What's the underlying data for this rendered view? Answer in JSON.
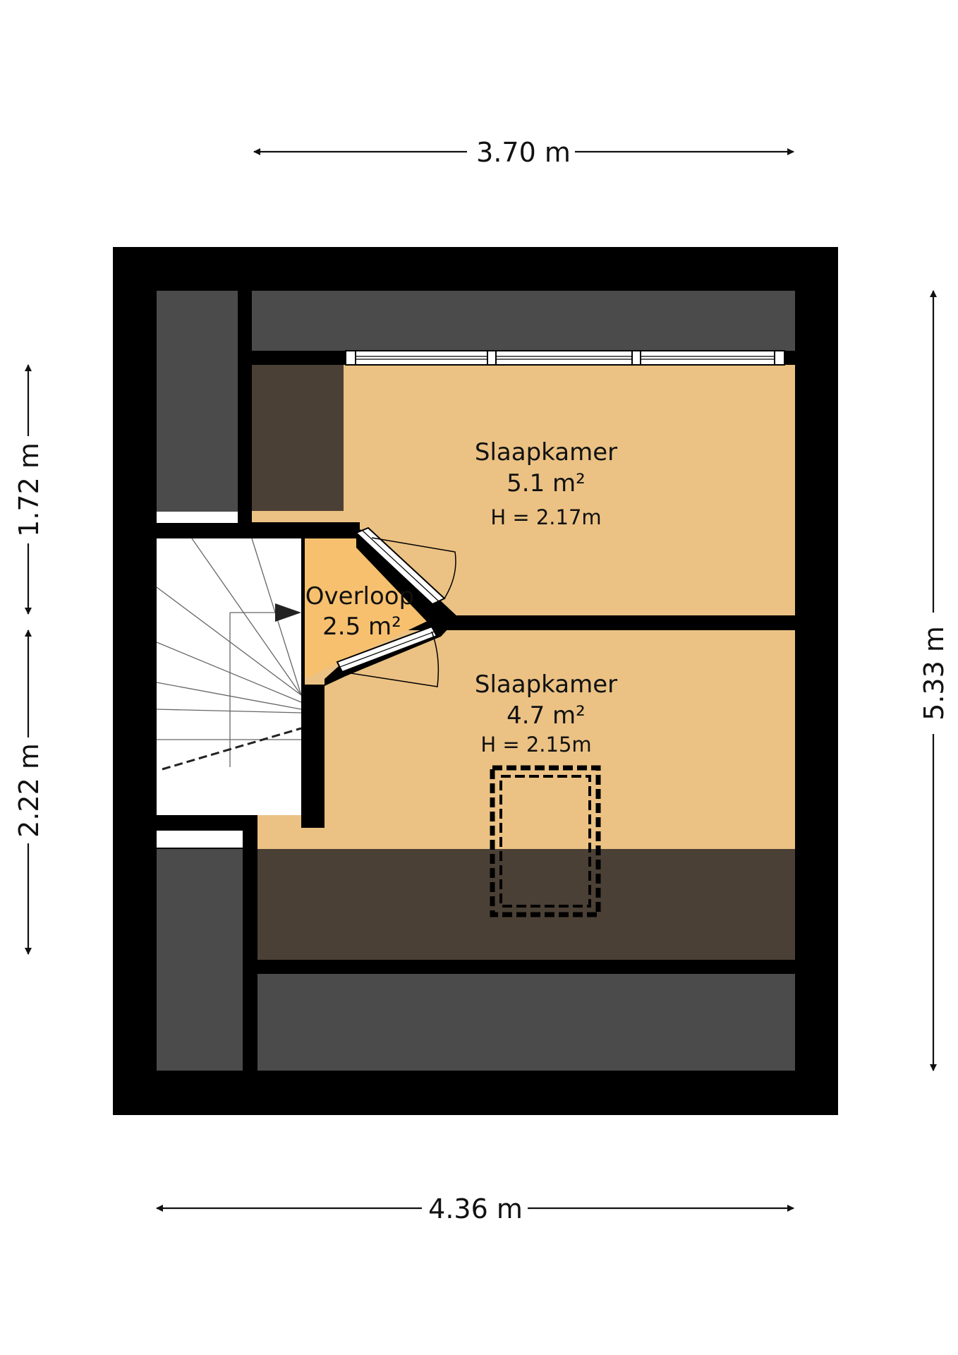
{
  "dimensions": {
    "top_width": "3.70 m",
    "bottom_width": "4.36 m",
    "right_height": "5.33 m",
    "left_upper": "1.72 m",
    "left_lower": "2.22 m"
  },
  "rooms": {
    "bedroom_top": {
      "name": "Slaapkamer",
      "area": "5.1 m²",
      "height": "H = 2.17m"
    },
    "landing": {
      "name": "Overloop",
      "area": "2.5 m²"
    },
    "bedroom_bottom": {
      "name": "Slaapkamer",
      "area": "4.7 m²",
      "height": "H = 2.15m"
    }
  },
  "colors": {
    "wall": "#000000",
    "room_fill": "#ebc284",
    "landing_fill": "#f7c06e",
    "low_ceiling": "#4b4035",
    "unused_space": "#4b4b4b",
    "stairs": "#ffffff"
  }
}
